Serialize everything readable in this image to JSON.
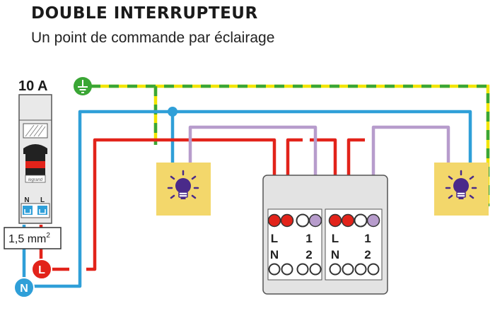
{
  "title": "DOUBLE INTERRUPTEUR",
  "subtitle": "Un point de commande par éclairage",
  "breaker": {
    "rating": "10 A",
    "brand": "legrand",
    "n_label": "N",
    "l_label": "L"
  },
  "cable_section": {
    "value": "1,5 mm",
    "exp": "2"
  },
  "terminals": {
    "live": "L",
    "neutral": "N"
  },
  "switch_module": {
    "left": {
      "l_label": "L",
      "one_label": "1",
      "n_label": "N",
      "two_label": "2"
    },
    "right": {
      "l_label": "L",
      "one_label": "1",
      "n_label": "N",
      "two_label": "2"
    }
  },
  "colors": {
    "earth_green": "#3aa635",
    "earth_yellow": "#f2e500",
    "neutral_blue": "#2f9fd8",
    "live_red": "#e2231a",
    "return_purple": "#b79ccc",
    "lamp_box": "#f3d76b"
  },
  "icons": [
    "earth-icon",
    "bulb-icon",
    "live-terminal-icon",
    "neutral-terminal-icon"
  ]
}
